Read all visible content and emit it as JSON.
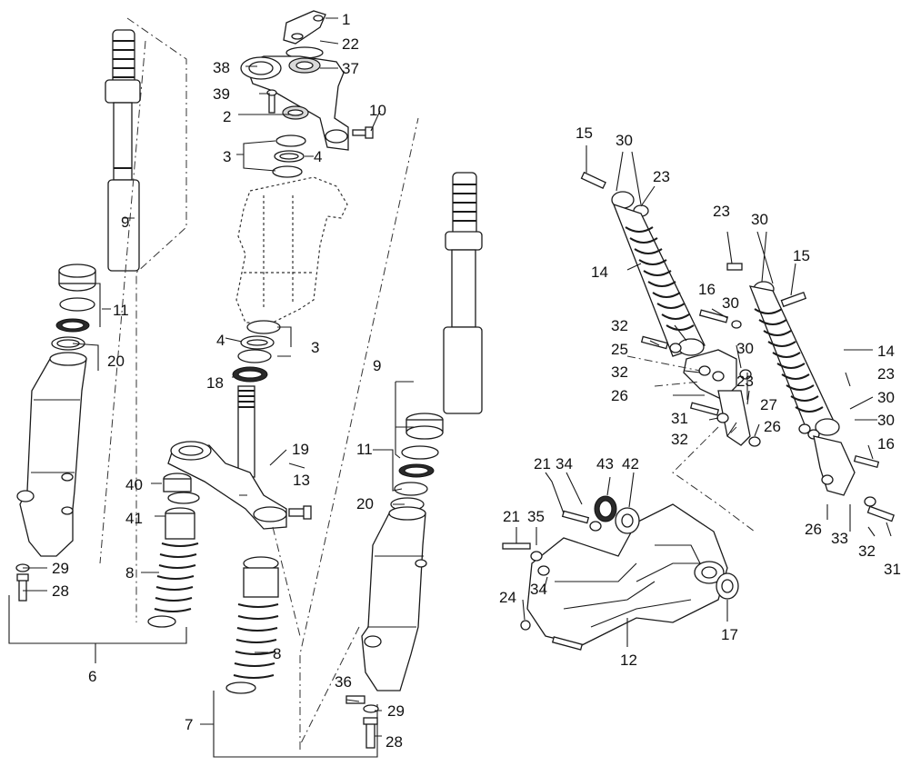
{
  "labels": {
    "l1": "1",
    "l22": "22",
    "l38": "38",
    "l37": "37",
    "l39": "39",
    "l2": "2",
    "l10": "10",
    "l3a": "3",
    "l4a": "4",
    "l9a": "9",
    "l11a": "11",
    "l20a": "20",
    "l4b": "4",
    "l3b": "3",
    "l18": "18",
    "l19": "19",
    "l13": "13",
    "l40": "40",
    "l41": "41",
    "l8a": "8",
    "l29a": "29",
    "l28a": "28",
    "l6": "6",
    "l8b": "8",
    "l7": "7",
    "l9b": "9",
    "l11b": "11",
    "l20b": "20",
    "l36": "36",
    "l29b": "29",
    "l28b": "28",
    "l15a": "15",
    "l30a": "30",
    "l23a": "23",
    "l14a": "14",
    "l23b": "23",
    "l30b": "30",
    "l15b": "15",
    "l16a": "16",
    "l30c": "30",
    "l32a": "32",
    "l25": "25",
    "l32b": "32",
    "l26a": "26",
    "l30d": "30",
    "l23c": "23",
    "l27": "27",
    "l31a": "31",
    "l32c": "32",
    "l26b": "26",
    "l14b": "14",
    "l23d": "23",
    "l30e": "30",
    "l30f": "30",
    "l16b": "16",
    "l26c": "26",
    "l33": "33",
    "l32d": "32",
    "l31b": "31",
    "l21a": "21",
    "l34a": "34",
    "l43": "43",
    "l42": "42",
    "l21b": "21",
    "l35": "35",
    "l34b": "34",
    "l24": "24",
    "l17": "17",
    "l12": "12"
  }
}
